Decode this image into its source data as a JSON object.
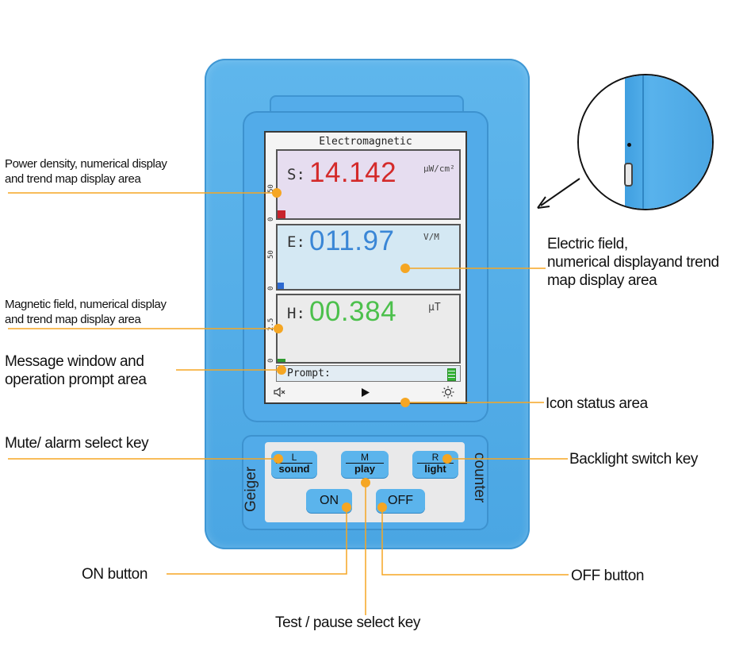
{
  "screen": {
    "title": "Electromagnetic",
    "s_label": "S:",
    "s_value": "14.142",
    "s_unit": "μW/cm²",
    "s_axis_top": "50",
    "s_axis_bottom": "0",
    "e_label": "E:",
    "e_value": "011.97",
    "e_unit": "V/M",
    "e_axis_top": "50",
    "e_axis_bottom": "0",
    "h_label": "H:",
    "h_value": "00.384",
    "h_unit": "μT",
    "h_axis_top": "2.5",
    "h_axis_bottom": "0",
    "prompt": "Prompt:",
    "icons": [
      "speaker-icon",
      "play-icon",
      "brightness-icon"
    ]
  },
  "device": {
    "left_word": "Geiger",
    "right_word": "counter",
    "keys": [
      {
        "top": "L",
        "bottom": "sound"
      },
      {
        "top": "M",
        "bottom": "play"
      },
      {
        "top": "R",
        "bottom": "light"
      }
    ],
    "on_label": "ON",
    "off_label": "OFF"
  },
  "callouts": {
    "power_density": "Power density, numerical display\nand trend map display area",
    "magnetic_field": "Magnetic field, numerical display\nand trend map display area",
    "message_window": "Message window and\noperation prompt area",
    "mute_key": "Mute/ alarm select key",
    "on_button": "ON button",
    "test_pause": "Test / pause select key",
    "off_button": "OFF button",
    "backlight": "Backlight switch key",
    "icon_status": "Icon status area",
    "electric_field": "Electric field,\nnumerical displayand trend\nmap display area"
  },
  "colors": {
    "accent": "#f5a623",
    "device_blue": "#4aa6e3",
    "s_value": "#d42a2a",
    "e_value": "#3a86d6",
    "h_value": "#4cc04c"
  }
}
